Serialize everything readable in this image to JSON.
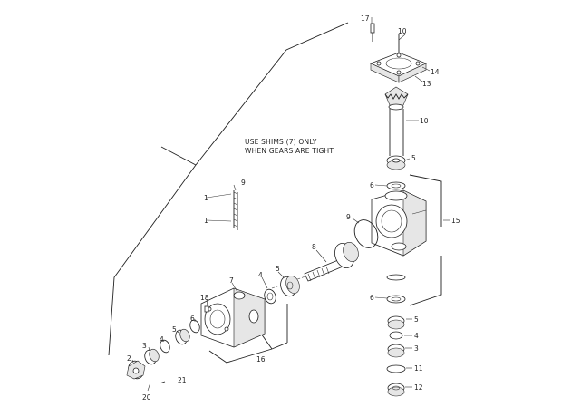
{
  "note": {
    "line1": "USE SHIMS (7) ONLY",
    "line2": "WHEN GEARS ARE TIGHT"
  },
  "callouts": {
    "c1": "1",
    "c2": "2",
    "c3": "3",
    "c4": "4",
    "c5": "5",
    "c6": "6",
    "c7": "7",
    "c8": "8",
    "c9": "9",
    "c10": "10",
    "c11": "11",
    "c12": "12",
    "c13": "13",
    "c14": "14",
    "c15": "15",
    "c16": "16",
    "c17": "17",
    "c18": "18",
    "c20": "20",
    "c21": "21"
  }
}
